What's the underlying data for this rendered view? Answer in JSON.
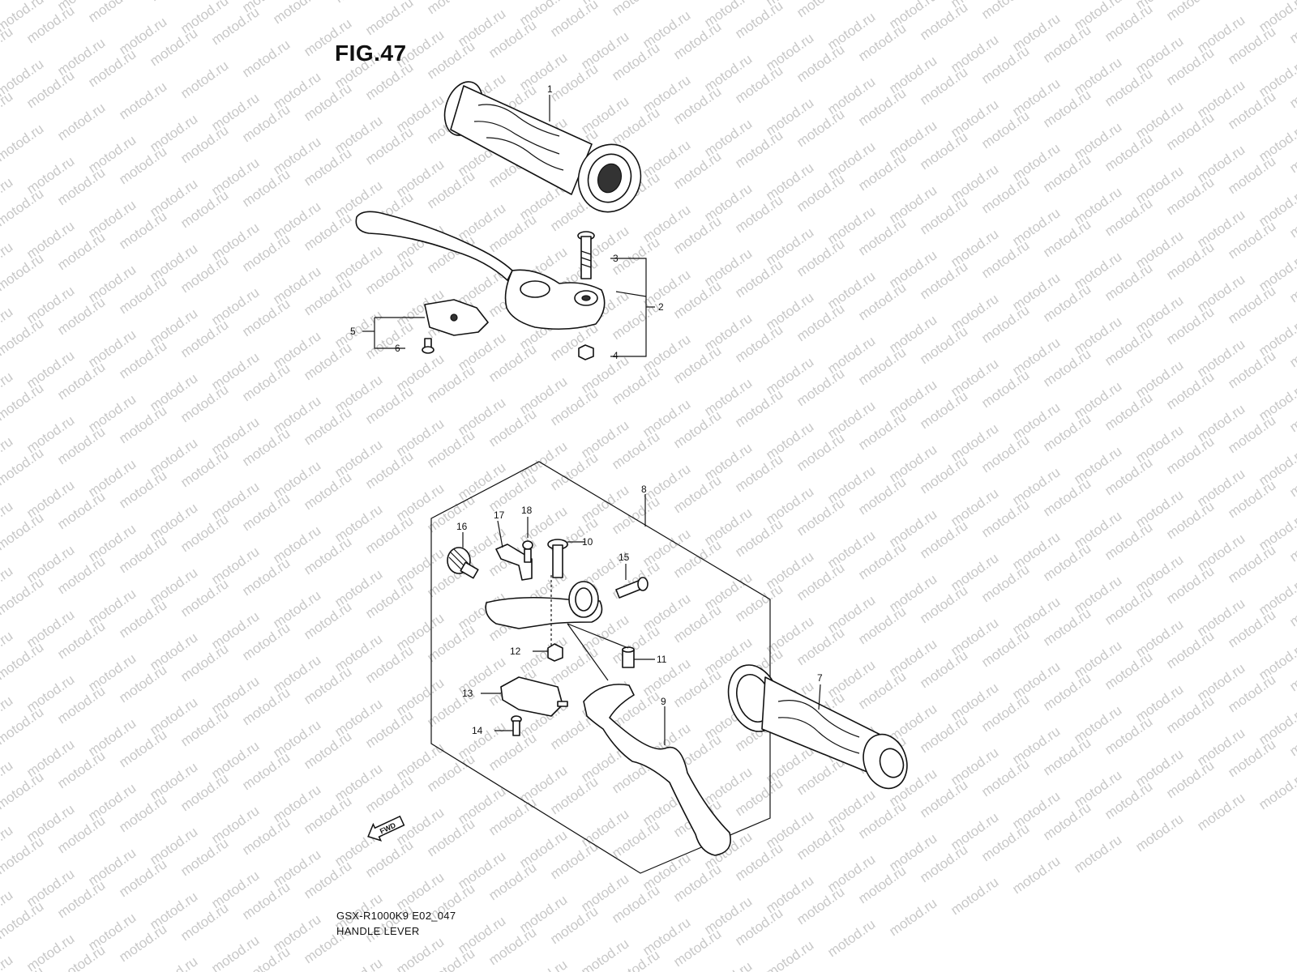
{
  "figure_title": "FIG.47",
  "watermark_text": "motod.ru",
  "footer": {
    "model_code": "GSX-R1000K9 E02_047",
    "section_name": "HANDLE LEVER"
  },
  "fwd_label": "FWD",
  "callouts": {
    "c1": "1",
    "c2": "2",
    "c3": "3",
    "c4": "4",
    "c5": "5",
    "c6": "6",
    "c7": "7",
    "c8": "8",
    "c9": "9",
    "c10": "10",
    "c11": "11",
    "c12": "12",
    "c13": "13",
    "c14": "14",
    "c15": "15",
    "c16": "16",
    "c17": "17",
    "c18": "18"
  },
  "colors": {
    "ink": "#111111",
    "watermark": "#c8c8c8",
    "background": "#ffffff"
  }
}
